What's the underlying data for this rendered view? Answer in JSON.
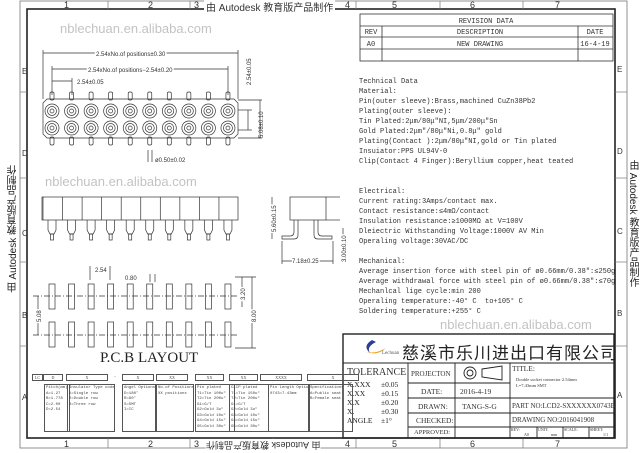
{
  "frame": {
    "columns": [
      "1",
      "2",
      "3",
      "4",
      "5",
      "6",
      "7"
    ],
    "rows": [
      "E",
      "D",
      "C",
      "B",
      "A"
    ],
    "autodesk_stamp": "由 Autodesk 教育版产品制作",
    "watermark": "nblechuan.en.alibaba.com"
  },
  "top_view": {
    "dim_overall": "2.54xNo.of positions±0.30",
    "dim_span": "2.54xNo.of positions−2.54±0.20",
    "dim_pitch": "2.54±0.05",
    "dim_row_pitch": "2.54±0.05",
    "dim_width": "5.08±0.10",
    "dim_pin_dia": "ø0.50±0.02",
    "positions_per_row": 10
  },
  "side_view": {
    "dim_height": "5.60±0.15",
    "dim_foot": "7.18±0.25",
    "dim_tail": "3.00±0.10"
  },
  "pcb_layout": {
    "title": "P.C.B LAYOUT",
    "dim_pitch": "2.54",
    "dim_pad": "0.80",
    "dim_row": "5.08",
    "dim_pad_len": "3.20",
    "dim_total": "8.00"
  },
  "part_number_legend": {
    "headers": [
      "LC",
      "D",
      "X",
      "−",
      "X",
      "XX",
      "XX",
      "XX",
      "XXXX",
      "X"
    ],
    "boxes": [
      "Pitch(mm)\nA=1.27\nB=1.778\nC=2.00\nD=2.54",
      "Insulator Type code\n1=Single row\n2=Double row\n3=Three row",
      "Angel Options\nD=180°\nR=90°\nS=SMT\nI=IC",
      "No.of Positions\nXX positions",
      "Pin plated\nT1=Tin 100u\"\nT2=Tin 200u\"\nG1=G/T\nG2=Gold 3u\"\nG3=Gold 10u\"\nG4=Gold 15u\"\nG5=Gold 30u\"",
      "CLIP plated\nT1=Tin 150u\"\nT2=Tin 200u\"\nG1=G/T\nG2=Gold 3u\"\nG3=Gold 10u\"\nG4=Gold 15u\"\nG5=Gold 30u\"",
      "Pin Length Options\n0743=7.43mm",
      "Specifications\nA=Public seat\nB=Female seat"
    ]
  },
  "revision": {
    "title": "REVISION DATA",
    "headers": [
      "REV",
      "DESCRIPTION",
      "DATE"
    ],
    "rows": [
      {
        "rev": "A0",
        "description": "NEW DRAWING",
        "date": "16-4-19"
      }
    ]
  },
  "technical_data": [
    "Technical Data",
    "Material:",
    "Pin(outer sleeve):Brass,machined CuZn38Pb2",
    "Plating(outer sleeve):",
    "Tin Plated:2μm/80μ\"NI,5μm/200μ\"Sn",
    "Gold Plated:2μm\"/80μ\"Ni,0.8μ\" gold",
    "Plating(Contact ):2μm/80μ\"NI,gold or Tin plated",
    "Insuiator:PPS UL94V-0",
    "Clip(Contact 4 Finger):Beryllium copper,heat teated",
    "",
    "",
    "Electrical:",
    "Current rating:3Amps/contact max.",
    "Contact resistance:≤4mΩ/contact",
    "Insulation resistance:≥1000MΩ at V=100V",
    "Dleiectric Withstanding Voltage:1000V AV Min",
    "Operaling voltage:30VAC/DC",
    "",
    "Mechanical:",
    "Average insertion force with steel pin of ø0.66mm/0.38\":≤250g",
    "Average withdrawal force with steel pin of ø0.66mm/0.38\":≤70g",
    "Mechanlcal lige cycle:min 200",
    "Operaling temperature:-40° C  to+105° C",
    "Soldering temperature:+255° C"
  ],
  "title_block": {
    "company": "慈溪市乐川进出口有限公司",
    "logo_text": "Lechuan",
    "tolerance_label": "TOLERANCE",
    "tolerances": [
      {
        "k": "X.XXX",
        "v": "±0.05"
      },
      {
        "k": "X.XX",
        "v": "±0.15"
      },
      {
        "k": "X.X",
        "v": "±0.20"
      },
      {
        "k": "X.",
        "v": "±0.30"
      },
      {
        "k": "ANGLE",
        "v": "±1°"
      }
    ],
    "projection_label": "PROJECTON",
    "date_label": "DATE:",
    "date": "2016-4-19",
    "drawn_label": "DRAWN:",
    "drawn": "TANG-S-G",
    "checked_label": "CHECKED:",
    "approved_label": "APPROVED:",
    "title_label": "TITLE:",
    "title_line1": "Double socket connector 2.54mm",
    "title_line2": "L=7.43mm  SMT",
    "part_no": "PART NO:LCD2-SXXXXXX0743B",
    "drawing_no": "DRAWING NO:2016041908",
    "rev_label": "REV:",
    "rev": "A0",
    "unit_label": "UNIT:",
    "unit": "mm",
    "scale_label": "SCALE:",
    "scale": "",
    "sheet_label": "SHEET:",
    "sheet": "1/1"
  }
}
